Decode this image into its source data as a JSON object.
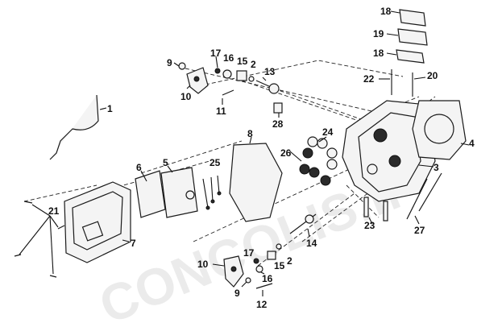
{
  "watermark": "CONCOLIS.fr",
  "labels": [
    "1",
    "2",
    "2",
    "3",
    "4",
    "5",
    "6",
    "7",
    "8",
    "9",
    "9",
    "10",
    "10",
    "11",
    "12",
    "13",
    "14",
    "15",
    "15",
    "16",
    "16",
    "17",
    "17",
    "18",
    "18",
    "19",
    "20",
    "21",
    "22",
    "23",
    "24",
    "25",
    "26",
    "27",
    "28"
  ]
}
